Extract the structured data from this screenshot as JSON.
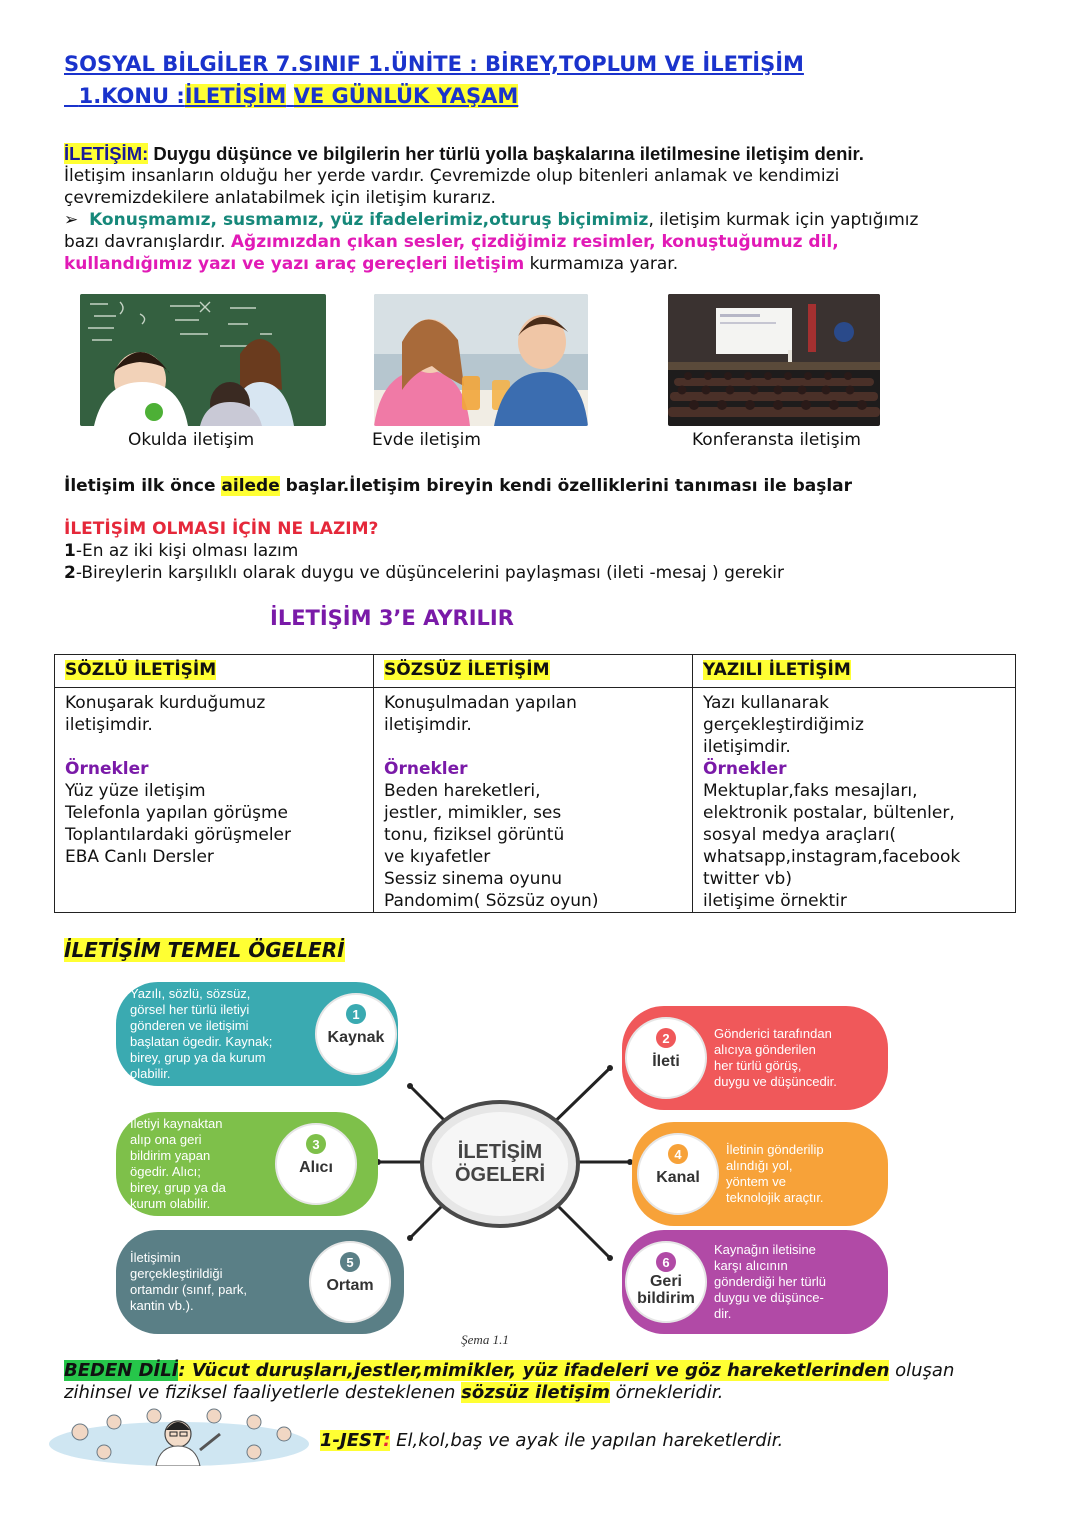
{
  "header": {
    "title": "SOSYAL BİLGİLER  7.SINIF 1.ÜNİTE : BİREY,TOPLUM VE İLETİŞİM",
    "topic_prefix": "1.KONU :",
    "topic_h1": "İLETİŞİM",
    "topic_h2": "VE GÜNLÜK YAŞAM"
  },
  "definition": {
    "term": "İLETİŞİM:",
    "text": " Duygu düşünce ve bilgilerin her türlü yolla başkalarına iletilmesine iletişim denir."
  },
  "intro": {
    "line1": "İletişim insanların olduğu her yerde vardır. Çevremizde olup bitenleri anlamak ve kendimizi",
    "line2": "çevremizdekilere anlatabilmek için iletişim kurarız.",
    "bullet_mark": "➢",
    "bullet_teal": "Konuşmamız, susmamız, yüz ifadelerimiz,oturuş biçimimiz",
    "bullet_rest": ", iletişim kurmak için yaptığımız",
    "line4_start": "bazı davranışlardır. ",
    "line4_pink": "Ağzımızdan çıkan sesler, çizdiğimiz resimler, konuştuğumuz dil,",
    "line5_pink": "kullandığımız yazı ve yazı araç gereçleri iletişim",
    "line5_rest": " kurmamıza yarar."
  },
  "photos": [
    {
      "caption": "Okulda iletişim"
    },
    {
      "caption": "Evde iletişim"
    },
    {
      "caption": "Konferansta iletişim"
    }
  ],
  "family": {
    "start": "İletişim ilk önce ",
    "hl": "ailede",
    "end": " başlar.İletişim bireyin kendi özelliklerini tanıması ile başlar"
  },
  "need": {
    "heading": "İLETİŞİM OLMASI İÇİN NE LAZIM?",
    "i1_num": "1",
    "i1_text": "-En az iki kişi olması lazım",
    "i2_num": "2",
    "i2_text": "-Bireylerin karşılıklı olarak duygu ve düşüncelerini paylaşması (ileti -mesaj )  gerekir"
  },
  "types_heading": "İLETİŞİM 3’E AYRILIR",
  "table": {
    "headers": [
      "SÖZLÜ İLETİŞİM",
      "SÖZSÜZ İLETİŞİM",
      "YAZILI İLETİŞİM"
    ],
    "examples_label": "Örnekler",
    "c1": {
      "desc": [
        "Konuşarak kurduğumuz",
        "iletişimdir."
      ],
      "examples": [
        "Yüz yüze iletişim",
        "Telefonla yapılan görüşme",
        "Toplantılardaki görüşmeler",
        "EBA Canlı Dersler"
      ]
    },
    "c2": {
      "desc": [
        "Konuşulmadan yapılan",
        "iletişimdir."
      ],
      "examples": [
        "Beden hareketleri,",
        "jestler, mimikler, ses",
        "tonu, fiziksel görüntü",
        "ve kıyafetler",
        "Sessiz sinema oyunu",
        "Pandomim( Sözsüz oyun)"
      ]
    },
    "c3": {
      "desc": [
        "Yazı kullanarak",
        "gerçekleştirdiğimiz",
        "iletişimdir."
      ],
      "examples": [
        "Mektuplar,faks mesajları,",
        "elektronik postalar, bültenler,",
        "sosyal medya araçları(",
        "whatsapp,instagram,facebook",
        "twitter vb)",
        "iletişime örnektir"
      ]
    }
  },
  "elements_heading": "İLETİŞİM TEMEL ÖGELERİ",
  "diagram": {
    "center": [
      "İLETİŞİM",
      "ÖGELERİ"
    ],
    "caption": "Şema 1.1",
    "items": [
      {
        "num": "1",
        "label": [
          "Kaynak"
        ],
        "color": "#3aaab1",
        "text": [
          "Yazılı, sözlü, sözsüz,",
          "görsel her türlü iletiyi",
          "gönderen ve iletişimi",
          "başlatan ögedir. Kaynak;",
          "birey, grup ya da kurum",
          "olabilir."
        ]
      },
      {
        "num": "2",
        "label": [
          "İleti"
        ],
        "color": "#f0585a",
        "text": [
          "Gönderici tarafından",
          "alıcıya gönderilen",
          "her türlü görüş,",
          "duygu ve düşüncedir."
        ]
      },
      {
        "num": "3",
        "label": [
          "Alıcı"
        ],
        "color": "#7ec04a",
        "text": [
          "İletiyi kaynaktan",
          "alıp ona geri",
          "bildirim yapan",
          "ögedir. Alıcı;",
          "birey, grup ya da",
          "kurum olabilir."
        ]
      },
      {
        "num": "4",
        "label": [
          "Kanal"
        ],
        "color": "#f7a239",
        "text": [
          "İletinin gönderilip",
          "alındığı yol,",
          "yöntem ve",
          "teknolojik araçtır."
        ]
      },
      {
        "num": "5",
        "label": [
          "Ortam"
        ],
        "color": "#5a7f86",
        "text": [
          "İletişimin",
          "gerçekleştirildiği",
          "ortamdır (sınıf, park,",
          "kantin vb.)."
        ]
      },
      {
        "num": "6",
        "label": [
          "Geri",
          "bildirim"
        ],
        "color": "#b14aa6",
        "text": [
          "Kaynağın iletisine",
          "karşı alıcının",
          "gönderdiği her türlü",
          "duygu ve düşünce-",
          "dir."
        ]
      }
    ]
  },
  "body_language": {
    "term": "BEDEN DİLİ",
    "colon": ":",
    "hl_text": " Vücut duruşları,jestler,mimikler, yüz ifadeleri ve göz hareketlerinden",
    "rest1": " oluşan",
    "line2_start": "zihinsel ve fiziksel faaliyetlerle desteklenen ",
    "line2_hl": "sözsüz iletişim",
    "line2_end": " örnekleridir."
  },
  "jest": {
    "term": "1-JEST",
    "colon": ":",
    "text": " El,kol,baş ve ayak ile yapılan hareketlerdir."
  }
}
